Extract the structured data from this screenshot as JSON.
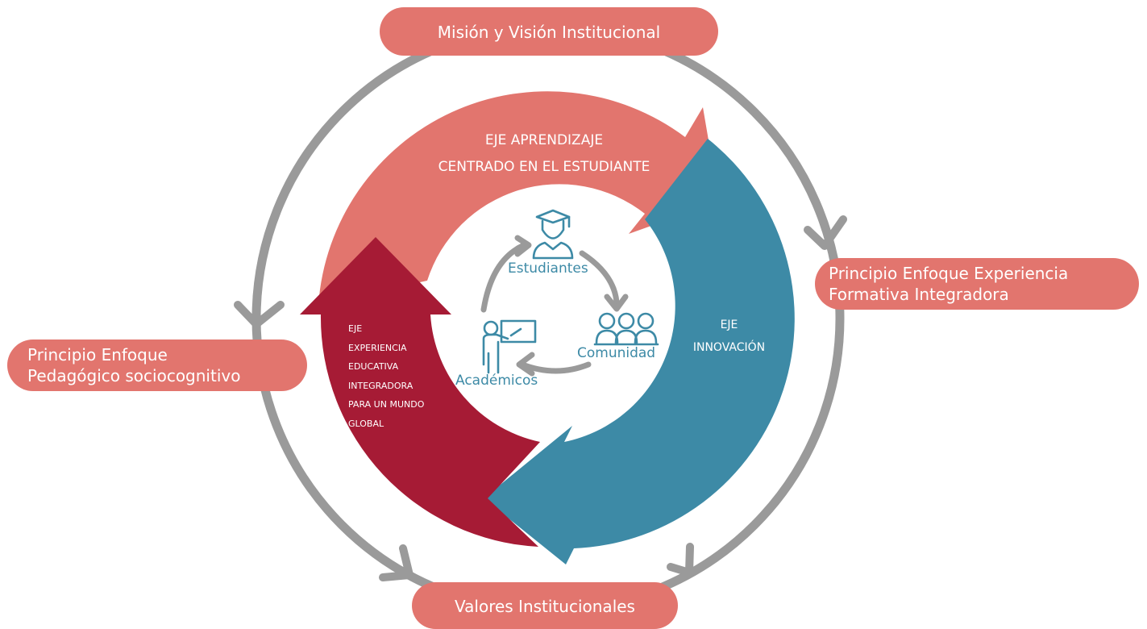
{
  "colors": {
    "pill": "#e2756e",
    "coral_arrow": "#e2756e",
    "teal_arrow": "#3d8aa6",
    "crimson_arrow": "#a61b35",
    "outer_ring": "#9a9a9a",
    "inner_cycle": "#9a9a9a",
    "icon": "#3d8aa6"
  },
  "outer_pills": {
    "top": "Misión y Visión Institucional",
    "right": [
      "Principio Enfoque Experiencia",
      "Formativa Integradora"
    ],
    "left": [
      "Principio Enfoque",
      "Pedagógico sociocognitivo"
    ],
    "bottom": "Valores Institucionales"
  },
  "axes": {
    "top": [
      "EJE APRENDIZAJE",
      "CENTRADO EN EL ESTUDIANTE"
    ],
    "right": [
      "EJE",
      "INNOVACIÓN"
    ],
    "left": [
      "EJE",
      "EXPERIENCIA",
      "EDUCATIVA",
      "INTEGRADORA",
      "PARA UN MUNDO",
      "GLOBAL"
    ]
  },
  "center_cycle": {
    "students": {
      "label": "Estudiantes",
      "icon": "graduate-icon"
    },
    "community": {
      "label": "Comunidad",
      "icon": "group-icon"
    },
    "academics": {
      "label": "Académicos",
      "icon": "teacher-icon"
    }
  }
}
